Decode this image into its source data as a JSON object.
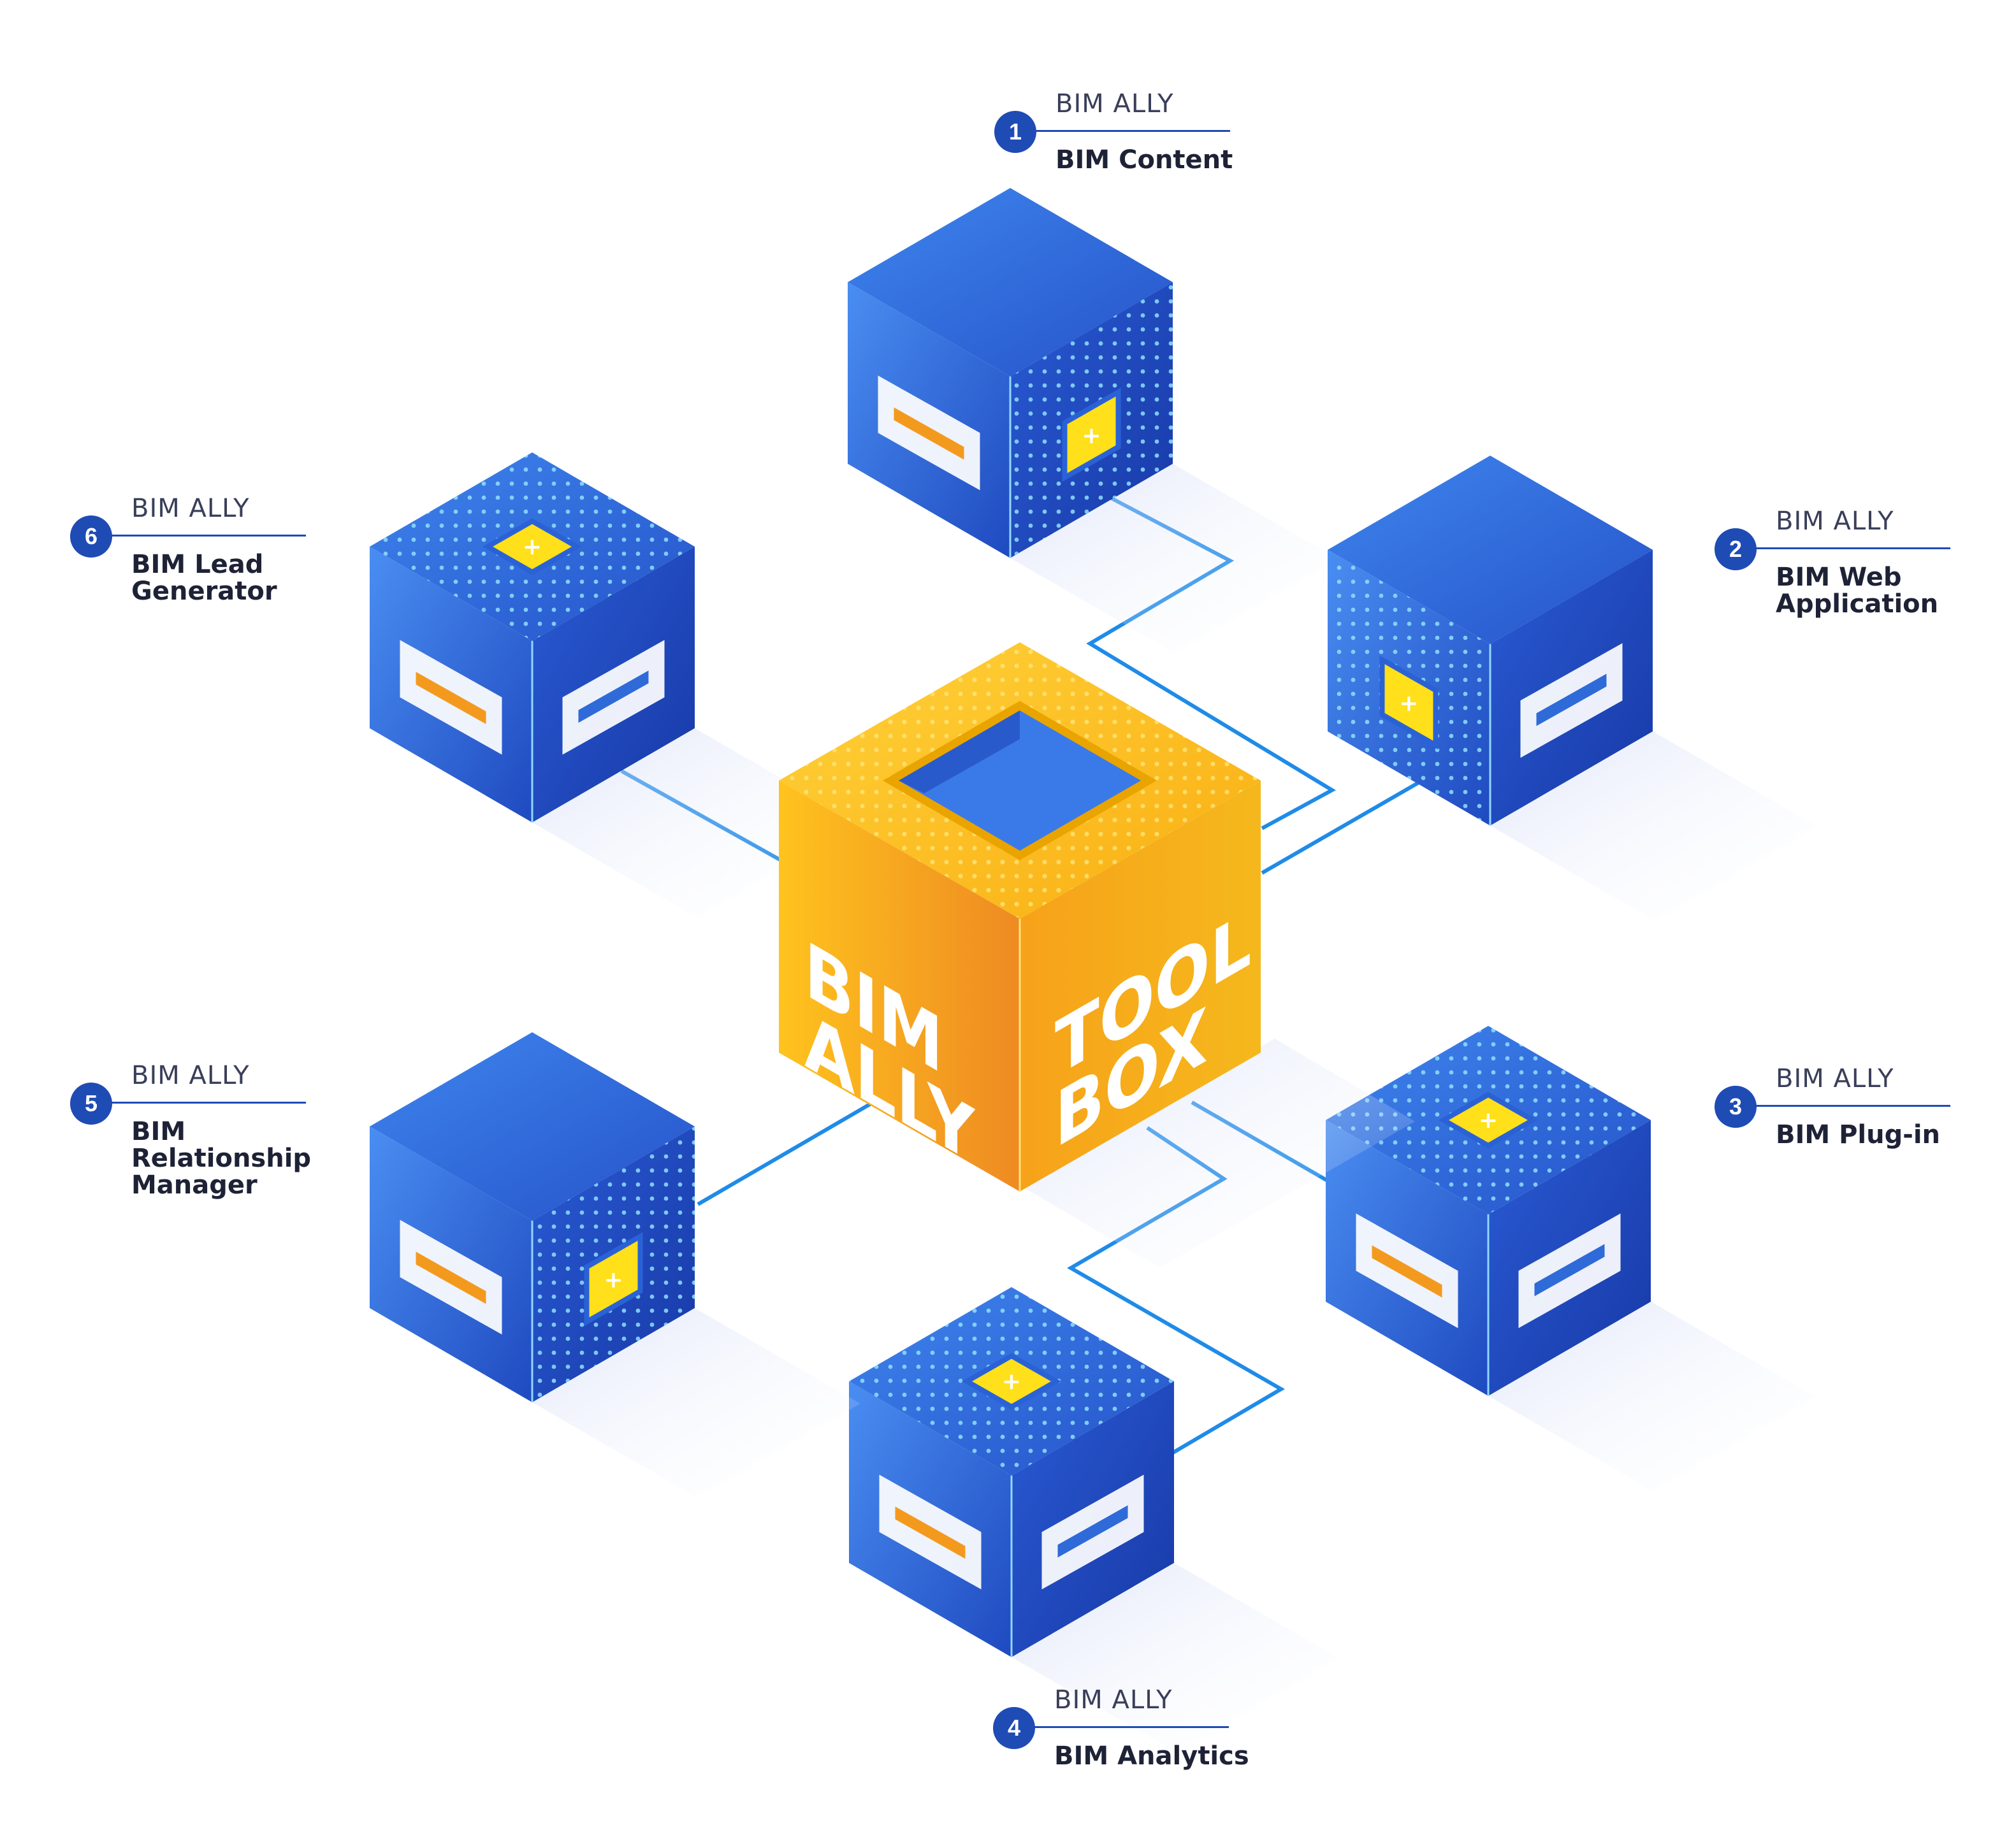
{
  "colors": {
    "blue_top": "#2f6ad9",
    "blue_left": "#2a5ed8",
    "blue_right": "#1f45b8",
    "dot": "#7fd3ff",
    "connector": "#1f8be8",
    "badge": "#1f4bb5",
    "gold_top": "#ffc21a",
    "gold_left": "#f8b21c",
    "gold_right": "#f39a1e",
    "yellow_icon": "#ffe01a"
  },
  "center": {
    "left_face_text": "BIM\nALLY",
    "right_face_text": "TOOL\nBOX"
  },
  "modules": [
    {
      "number": "1",
      "brand": "BIM ALLY",
      "name": "BIM Content",
      "icons": [
        "report-chart-icon",
        "pdf-file-icon",
        "lego-bricks-icon",
        "yellow-plus-icon"
      ]
    },
    {
      "number": "2",
      "brand": "BIM ALLY",
      "name": "BIM Web\nApplication",
      "icons": [
        "app-grid-icon",
        "web-window-icon",
        "yellow-plus-icon"
      ]
    },
    {
      "number": "3",
      "brand": "BIM ALLY",
      "name": "BIM Plug-in",
      "icons": [
        "drafting-tools-icon",
        "code-window-icon",
        "yellow-plus-icon"
      ]
    },
    {
      "number": "4",
      "brand": "BIM ALLY",
      "name": "BIM Analytics",
      "icons": [
        "line-chart-icon",
        "pie-chart-icon",
        "yellow-plus-icon"
      ]
    },
    {
      "number": "5",
      "brand": "BIM ALLY",
      "name": "BIM\nRelationship\nManager",
      "icons": [
        "calendar-icon",
        "mail-grid-icon",
        "yellow-plus-icon"
      ]
    },
    {
      "number": "6",
      "brand": "BIM ALLY",
      "name": "BIM Lead\nGenerator",
      "icons": [
        "megaphone-icon",
        "users-icon",
        "yellow-plus-icon"
      ]
    }
  ]
}
